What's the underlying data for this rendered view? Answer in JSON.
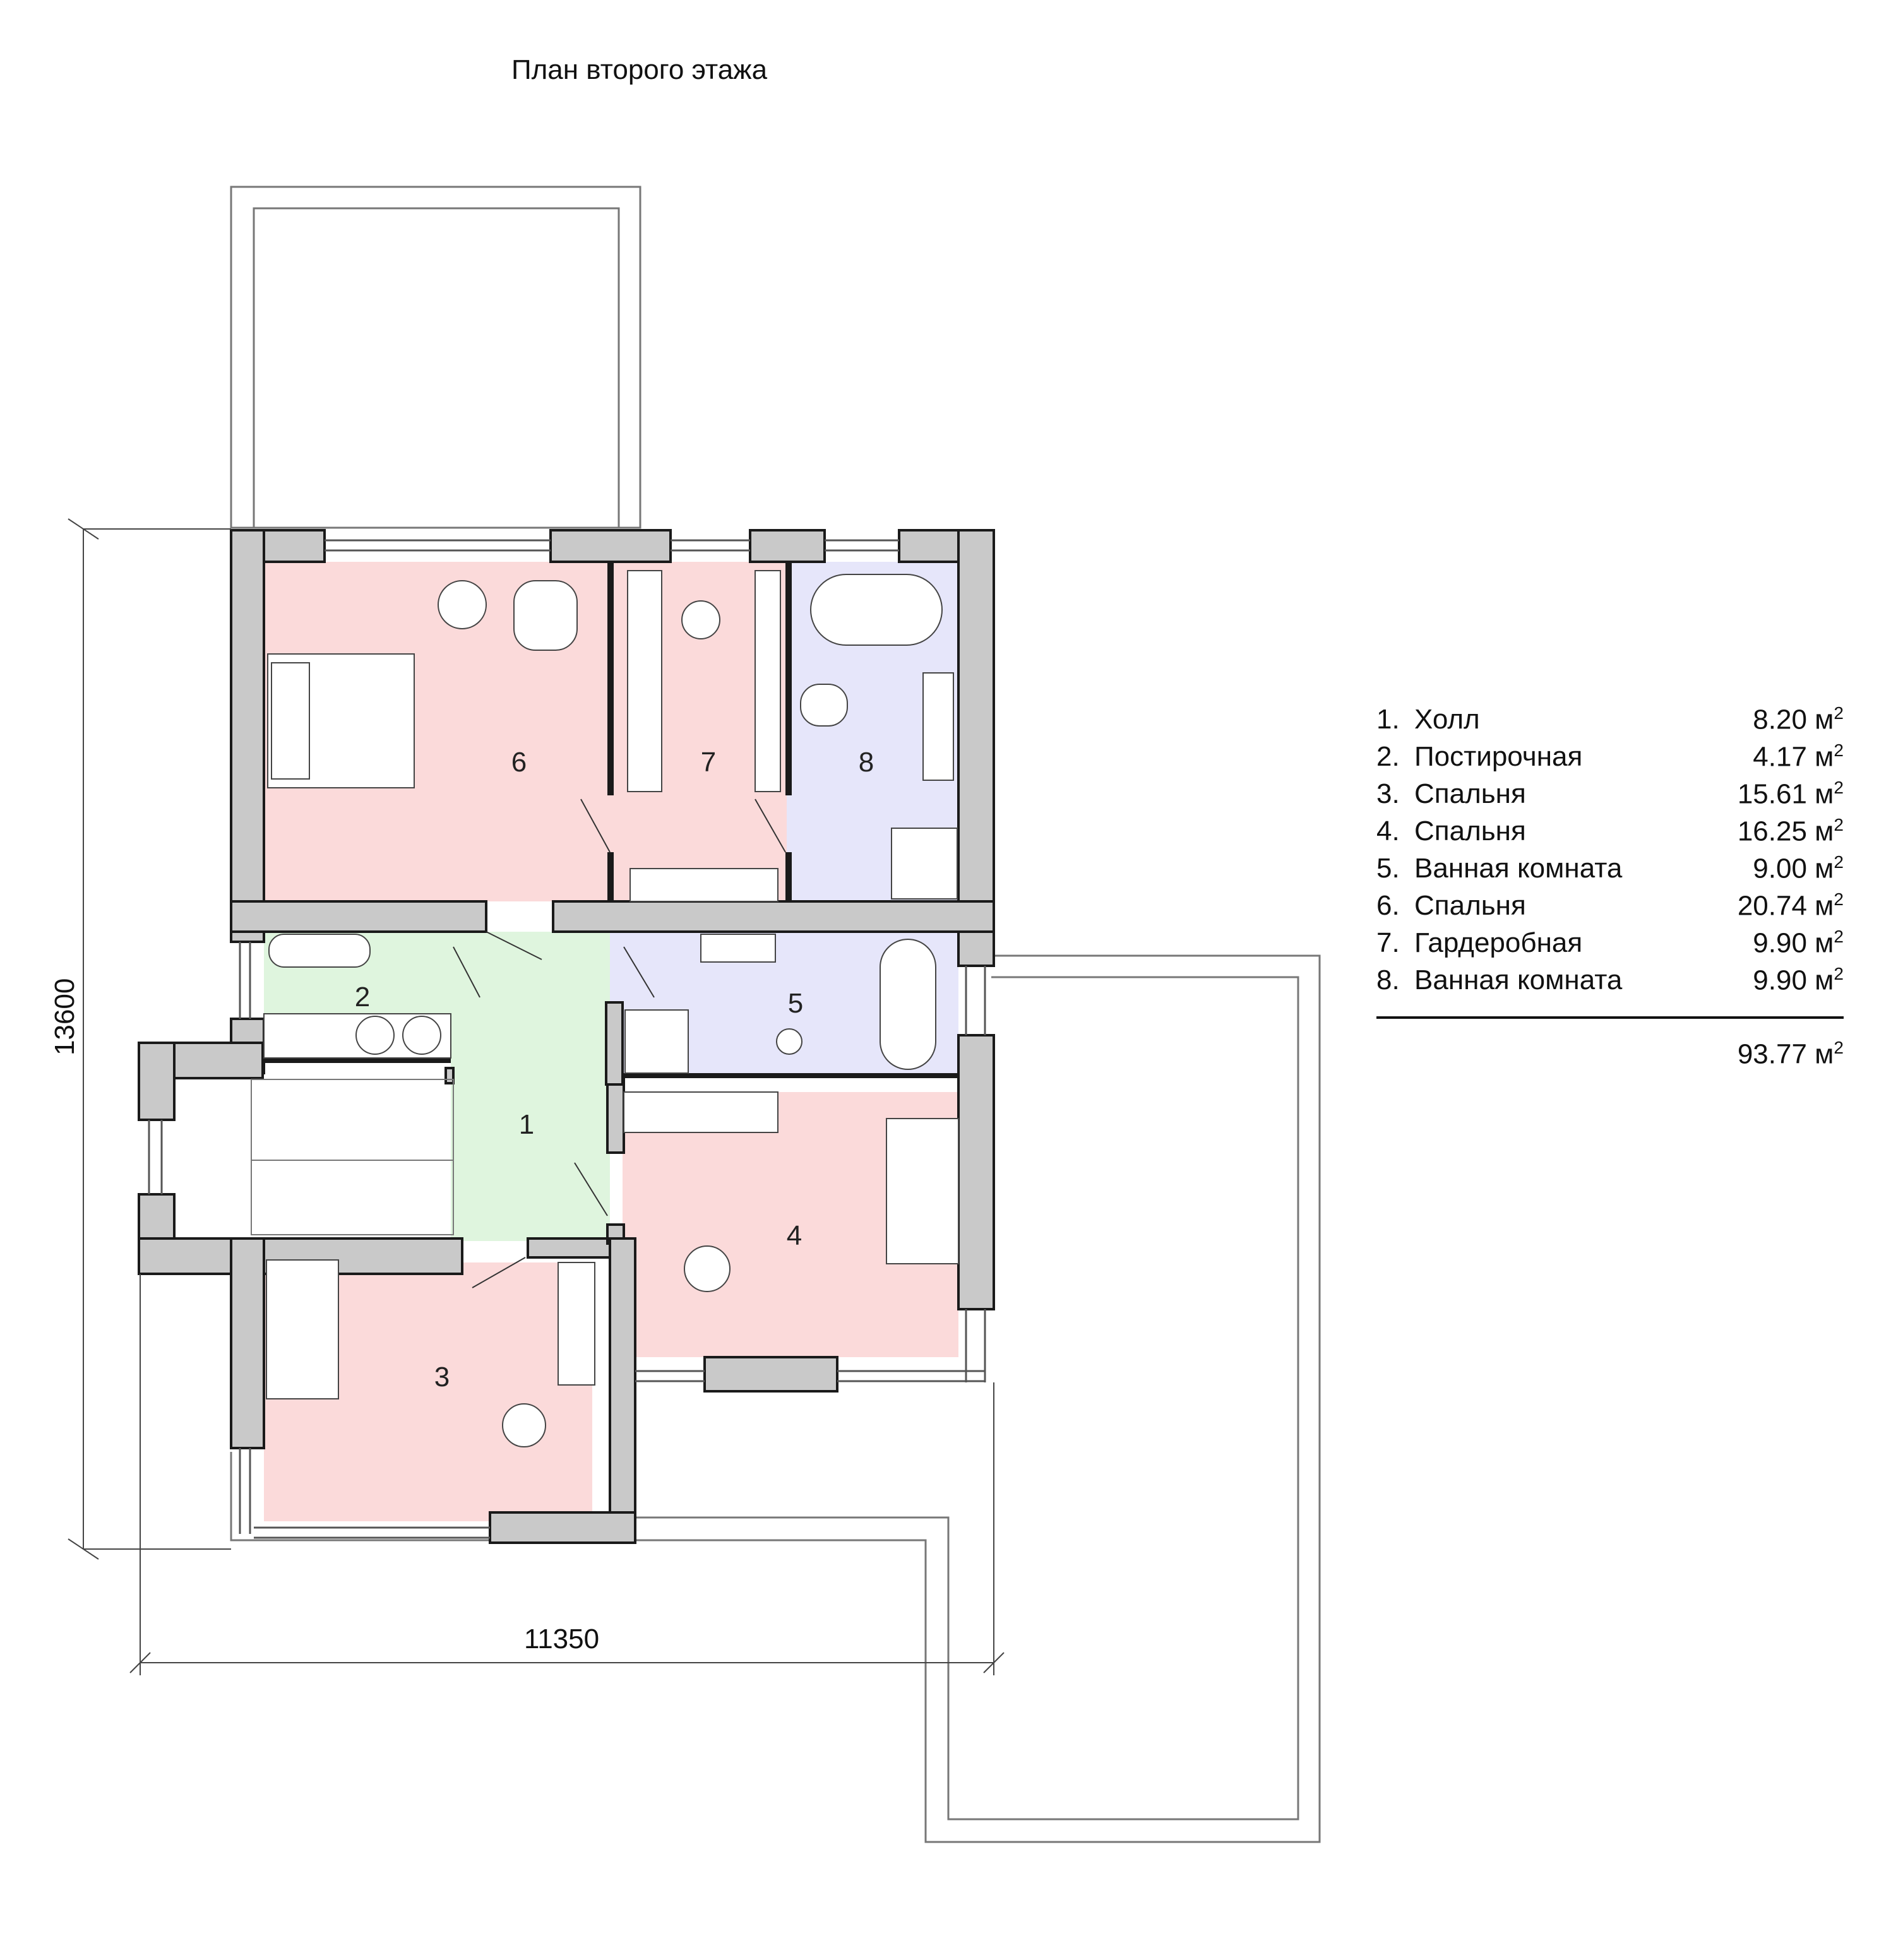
{
  "title": "План второго этажа",
  "dimensions": {
    "width": "11350",
    "height": "13600"
  },
  "rooms": [
    {
      "num": "1.",
      "label": "1",
      "name": "Холл",
      "area": "8.20 м",
      "sup": "2"
    },
    {
      "num": "2.",
      "label": "2",
      "name": "Постирочная",
      "area": "4.17 м",
      "sup": "2"
    },
    {
      "num": "3.",
      "label": "3",
      "name": "Спальня",
      "area": "15.61 м",
      "sup": "2"
    },
    {
      "num": "4.",
      "label": "4",
      "name": "Спальня",
      "area": "16.25 м",
      "sup": "2"
    },
    {
      "num": "5.",
      "label": "5",
      "name": "Ванная комната",
      "area": "9.00 м",
      "sup": "2"
    },
    {
      "num": "6.",
      "label": "6",
      "name": "Спальня",
      "area": "20.74 м",
      "sup": "2"
    },
    {
      "num": "7.",
      "label": "7",
      "name": "Гардеробная",
      "area": "9.90 м",
      "sup": "2"
    },
    {
      "num": "8.",
      "label": "8",
      "name": "Ванная комната",
      "area": "9.90 м",
      "sup": "2"
    }
  ],
  "total": {
    "area": "93.77 м",
    "sup": "2"
  },
  "colors": {
    "bedroom": "#fbdada",
    "hall": "#dff5de",
    "bathroom": "#e6e6fa",
    "wall": "#c9c9c9",
    "wall_stroke": "#1a1a1a",
    "line": "#555555"
  }
}
